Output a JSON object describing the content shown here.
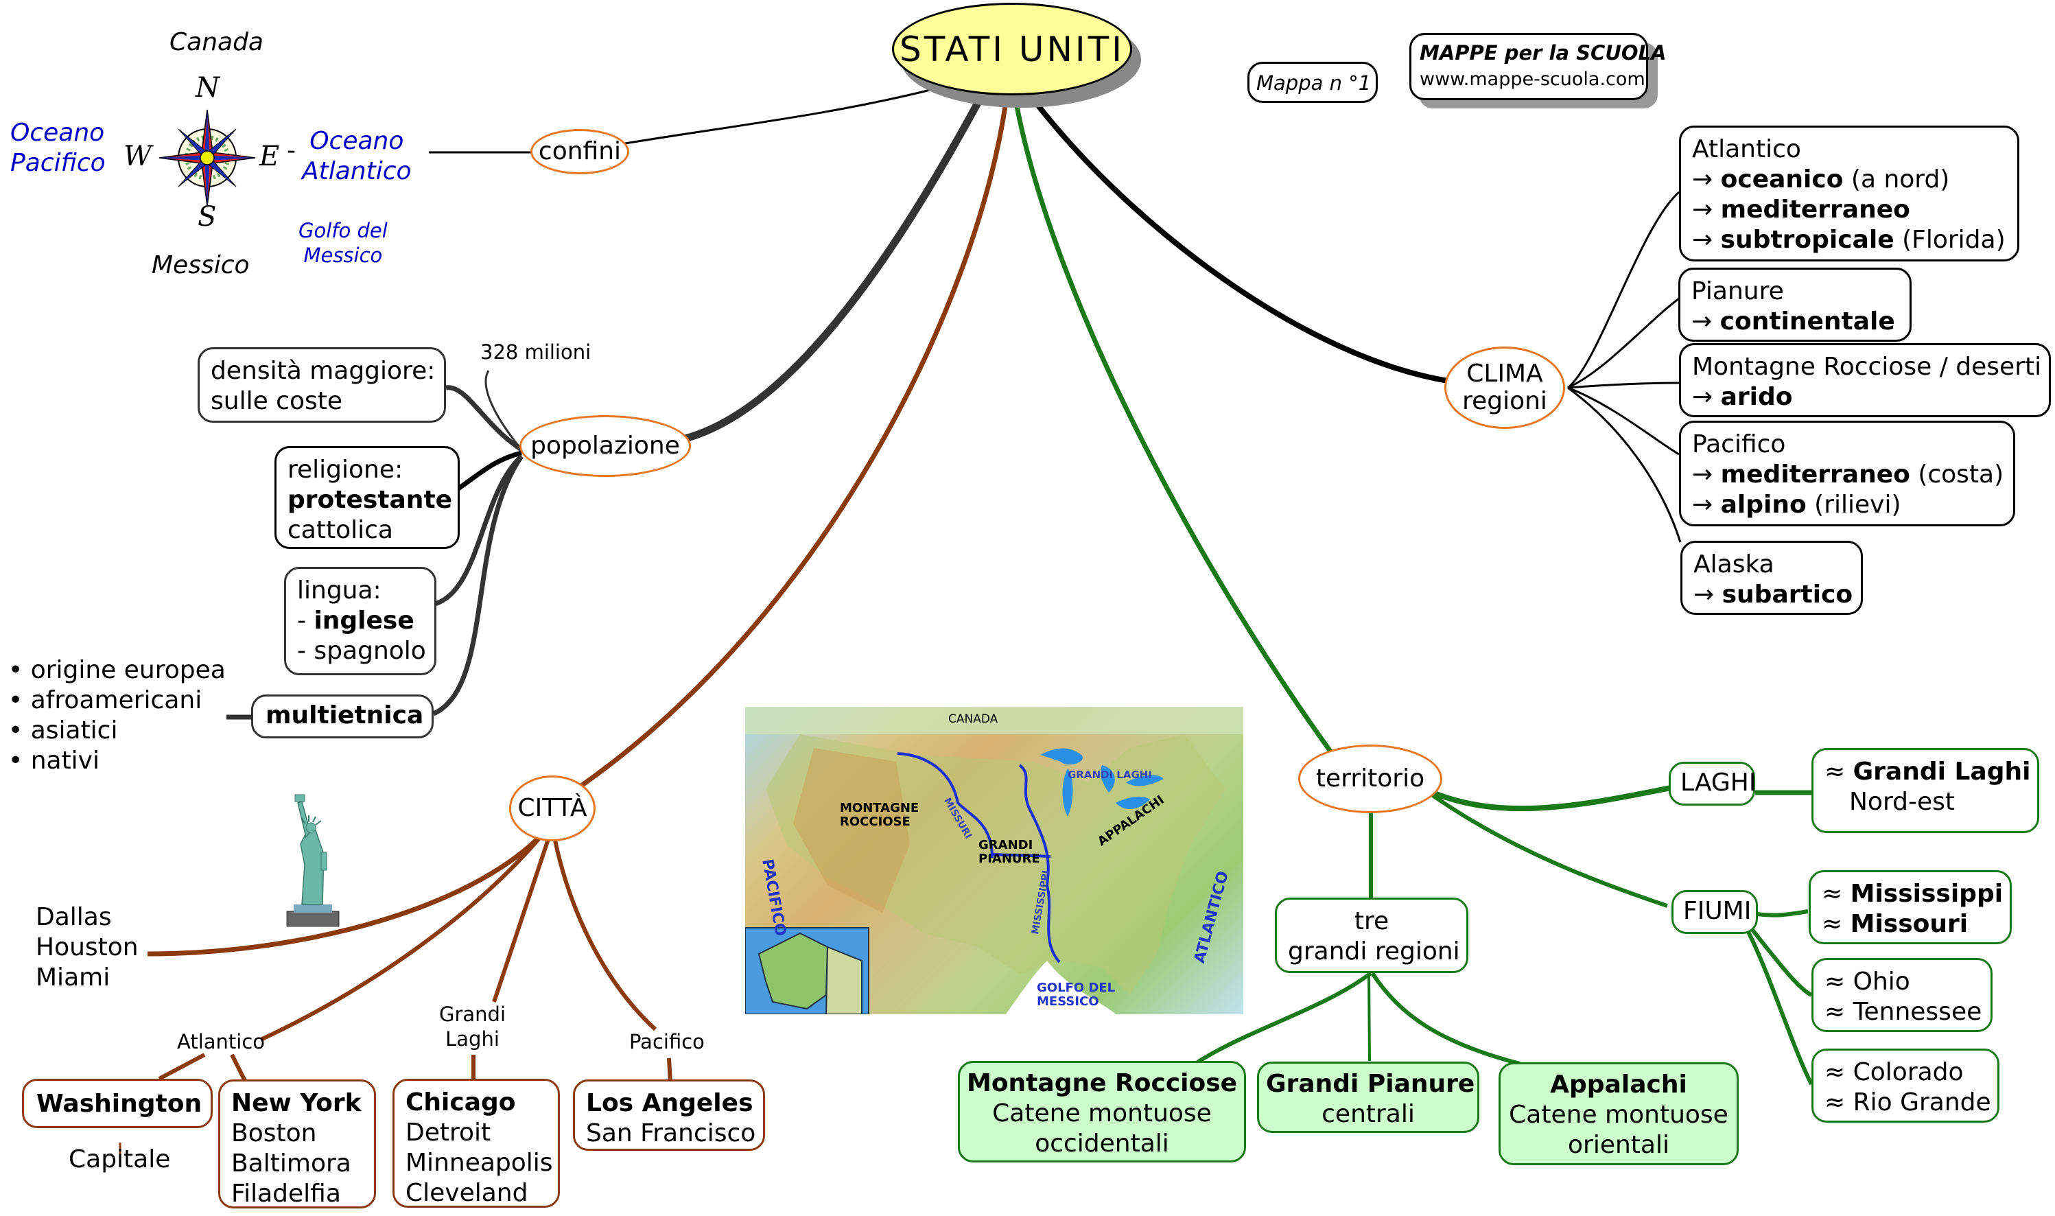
{
  "title": "STATI UNITI",
  "header": {
    "map_number": "Mappa n °1",
    "brand_title": "MAPPE per la SCUOLA",
    "brand_url": "www.mappe-scuola.com"
  },
  "colors": {
    "root_fill": "#ffff99",
    "node_border": "#e87722",
    "citta_branch": "#8b3a0e",
    "territorio_branch": "#1a7a1a",
    "region_fill": "#ccffcc",
    "ocean_text": "#0000cc"
  },
  "confini": {
    "label": "confini",
    "north": "Canada",
    "south": "Messico",
    "west": "Oceano Pacifico",
    "west_line1": "Oceano",
    "west_line2": "Pacifico",
    "east_line1": "Oceano",
    "east_line2": "Atlantico",
    "east_dash": "-",
    "gulf_line1": "Golfo del",
    "gulf_line2": "Messico",
    "compass": {
      "n": "N",
      "s": "S",
      "e": "E",
      "w": "W"
    }
  },
  "popolazione": {
    "label": "popolazione",
    "count": "328 milioni",
    "densita": {
      "line1": "densità maggiore:",
      "line2": "sulle coste"
    },
    "religione": {
      "line1": "religione:",
      "line2": "protestante",
      "line3": "cattolica"
    },
    "lingua": {
      "line1": "lingua:",
      "line2_prefix": "- ",
      "line2": "inglese",
      "line3": "- spagnolo"
    },
    "multietnica": {
      "label": "multietnica",
      "items": [
        "origine europea",
        "afroamericani",
        "asiatici",
        "nativi"
      ],
      "bullet": "•"
    }
  },
  "citta": {
    "label": "CITTÀ",
    "south": {
      "line1": "Dallas",
      "line2": "Houston",
      "line3": "Miami"
    },
    "atlantico": {
      "label": "Atlantico",
      "washington": "Washington",
      "capitale": "Capitale",
      "newyork": [
        "New York",
        "Boston",
        "Baltimora",
        "Filadelfia"
      ]
    },
    "grandi_laghi": {
      "label_line1": "Grandi",
      "label_line2": "Laghi",
      "cities": [
        "Chicago",
        "Detroit",
        "Minneapolis",
        "Cleveland"
      ]
    },
    "pacifico": {
      "label": "Pacifico",
      "cities": [
        "Los Angeles",
        "San Francisco"
      ]
    }
  },
  "map_image": {
    "labels": {
      "canada": "CANADA",
      "montagne": [
        "MONTAGNE",
        "ROCCIOSE"
      ],
      "grandi_pianure": [
        "GRANDI",
        "PIANURE"
      ],
      "appalachi": "APPALACHI",
      "grandi_laghi": "GRANDI LAGHI",
      "missuri": "MISSURI",
      "mississippi": "MISSISSIPPI",
      "pacifico": "PACIFICO",
      "atlantico": "ATLANTICO",
      "golfo": [
        "GOLFO DEL",
        "MESSICO"
      ]
    }
  },
  "clima": {
    "label_line1": "CLIMA",
    "label_line2": "regioni",
    "arrow": "→",
    "atlantico": {
      "title": "Atlantico",
      "items": [
        {
          "bold": "oceanico",
          "rest": " (a nord)"
        },
        {
          "bold": "mediterraneo",
          "rest": ""
        },
        {
          "bold": "subtropicale",
          "rest": " (Florida)"
        }
      ]
    },
    "pianure": {
      "title": "Pianure",
      "bold": "continentale"
    },
    "montagne": {
      "title": "Montagne Rocciose / deserti",
      "bold": "arido"
    },
    "pacifico": {
      "title": "Pacifico",
      "items": [
        {
          "bold": "mediterraneo",
          "rest": " (costa)"
        },
        {
          "bold": "alpino",
          "rest": " (rilievi)"
        }
      ]
    },
    "alaska": {
      "title": "Alaska",
      "bold": "subartico"
    }
  },
  "territorio": {
    "label": "territorio",
    "wave": "≈",
    "laghi": {
      "label": "LAGHI",
      "bold": "Grandi Laghi",
      "sub": "Nord-est"
    },
    "fiumi": {
      "label": "FIUMI",
      "group1": [
        "Mississippi",
        "Missouri"
      ],
      "group2": [
        "Ohio",
        "Tennessee"
      ],
      "group3": [
        "Colorado",
        "Rio Grande"
      ]
    },
    "regioni": {
      "line1": "tre",
      "line2": "grandi regioni",
      "items": [
        {
          "title": "Montagne Rocciose",
          "line1": "Catene montuose",
          "line2": "occidentali"
        },
        {
          "title": "Grandi Pianure",
          "line1": "centrali",
          "line2": ""
        },
        {
          "title": "Appalachi",
          "line1": "Catene montuose",
          "line2": "orientali"
        }
      ]
    }
  }
}
